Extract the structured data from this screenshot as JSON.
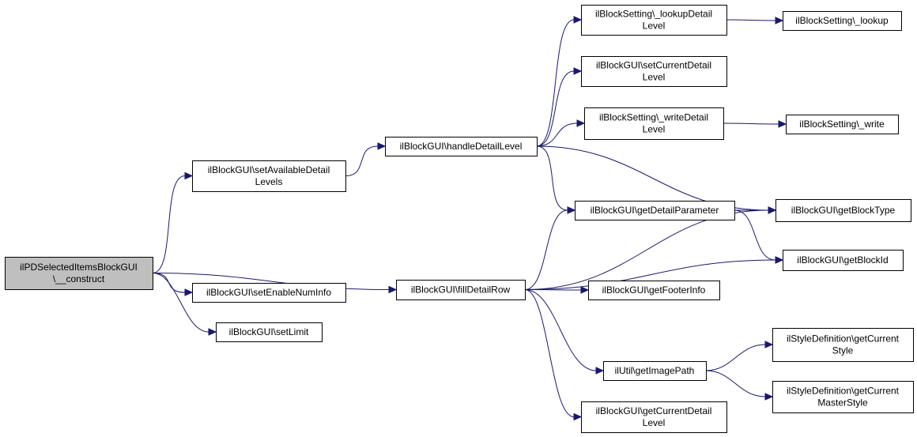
{
  "colors": {
    "edge": "#191970",
    "root_fill": "#bfbfbf",
    "node_fill": "#ffffff",
    "border": "#000000"
  },
  "nodes": {
    "root": [
      "ilPDSelectedItemsBlockGUI",
      "\\__construct"
    ],
    "setAvailableDetailLevels": [
      "ilBlockGUI\\setAvailableDetail",
      "Levels"
    ],
    "handleDetailLevel": [
      "ilBlockGUI\\handleDetailLevel"
    ],
    "lookupDetailLevel": [
      "ilBlockSetting\\_lookupDetail",
      "Level"
    ],
    "lookup": [
      "ilBlockSetting\\_lookup"
    ],
    "setCurrentDetailLevel": [
      "ilBlockGUI\\setCurrentDetail",
      "Level"
    ],
    "writeDetailLevel": [
      "ilBlockSetting\\_writeDetail",
      "Level"
    ],
    "write": [
      "ilBlockSetting\\_write"
    ],
    "getDetailParameter": [
      "ilBlockGUI\\getDetailParameter"
    ],
    "getBlockType": [
      "ilBlockGUI\\getBlockType"
    ],
    "getBlockId": [
      "ilBlockGUI\\getBlockId"
    ],
    "setEnableNumInfo": [
      "ilBlockGUI\\setEnableNumInfo"
    ],
    "fillDetailRow": [
      "ilBlockGUI\\fillDetailRow"
    ],
    "getFooterInfo": [
      "ilBlockGUI\\getFooterInfo"
    ],
    "setLimit": [
      "ilBlockGUI\\setLimit"
    ],
    "getImagePath": [
      "ilUtil\\getImagePath"
    ],
    "getCurrentStyle": [
      "ilStyleDefinition\\getCurrent",
      "Style"
    ],
    "getCurrentMasterStyle": [
      "ilStyleDefinition\\getCurrent",
      "MasterStyle"
    ],
    "getCurrentDetailLevel": [
      "ilBlockGUI\\getCurrentDetail",
      "Level"
    ]
  },
  "edges": [
    [
      "root",
      "setAvailableDetailLevels"
    ],
    [
      "root",
      "fillDetailRow"
    ],
    [
      "root",
      "setEnableNumInfo"
    ],
    [
      "root",
      "setLimit"
    ],
    [
      "setAvailableDetailLevels",
      "handleDetailLevel"
    ],
    [
      "handleDetailLevel",
      "lookupDetailLevel"
    ],
    [
      "handleDetailLevel",
      "setCurrentDetailLevel"
    ],
    [
      "handleDetailLevel",
      "writeDetailLevel"
    ],
    [
      "handleDetailLevel",
      "getDetailParameter"
    ],
    [
      "handleDetailLevel",
      "getBlockType"
    ],
    [
      "lookupDetailLevel",
      "lookup"
    ],
    [
      "writeDetailLevel",
      "write"
    ],
    [
      "getDetailParameter",
      "getBlockType"
    ],
    [
      "getDetailParameter",
      "getBlockId"
    ],
    [
      "fillDetailRow",
      "getDetailParameter"
    ],
    [
      "fillDetailRow",
      "getBlockType"
    ],
    [
      "fillDetailRow",
      "getBlockId"
    ],
    [
      "fillDetailRow",
      "getFooterInfo"
    ],
    [
      "fillDetailRow",
      "getImagePath"
    ],
    [
      "fillDetailRow",
      "getCurrentDetailLevel"
    ],
    [
      "getImagePath",
      "getCurrentStyle"
    ],
    [
      "getImagePath",
      "getCurrentMasterStyle"
    ]
  ]
}
